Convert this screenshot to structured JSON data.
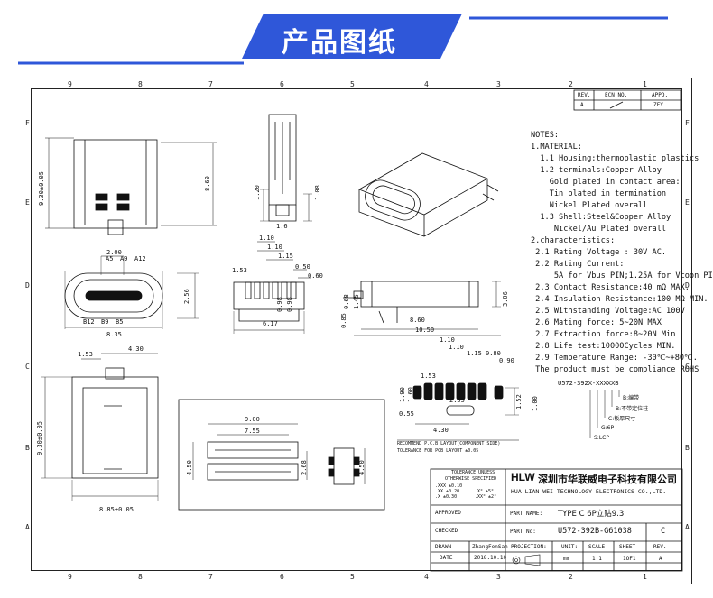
{
  "banner": {
    "title": "产品图纸",
    "color": "#2f57d9"
  },
  "zones": {
    "top": [
      "9",
      "8",
      "7",
      "6",
      "5",
      "4",
      "3",
      "2",
      "1"
    ],
    "bottom": [
      "9",
      "8",
      "7",
      "6",
      "5",
      "4",
      "3",
      "2",
      "1"
    ],
    "left": [
      "F",
      "E",
      "D",
      "C",
      "B",
      "A"
    ],
    "right": [
      "F",
      "E",
      "D",
      "C",
      "B",
      "A"
    ]
  },
  "revision": {
    "headers": [
      "REV.",
      "ECN NO.",
      "APPD."
    ],
    "row": [
      "A",
      "",
      "ZFY"
    ]
  },
  "notes": [
    "NOTES:",
    "1.MATERIAL:",
    "  1.1 Housing:thermoplastic plastics",
    "  1.2 terminals:Copper Alloy",
    "    Gold plated in contact area:",
    "    Tin plated in termination",
    "    Nickel Plated overall",
    "  1.3 Shell:Steel&Copper Alloy",
    "     Nickel/Au Plated overall",
    "2.characteristics:",
    " 2.1 Rating Voltage : 30V AC.",
    " 2.2 Rating Current:",
    "     5A for Vbus PIN;1.25A for Vcoon PIN",
    " 2.3 Contact Resistance:40 mΩ MAX.",
    " 2.4 Insulation Resistance:100 MΩ MIN.",
    " 2.5 Withstanding Voltage:AC 100V",
    " 2.6 Mating force: 5~20N MAX",
    " 2.7 Extraction force:8~20N Min",
    " 2.8 Life test:10000Cycles MIN.",
    " 2.9 Temperature Range: -30℃~+80℃.",
    " The product must be compliance ROHS"
  ],
  "part_code": {
    "code": "U572-392X-XXXXXB",
    "labels": [
      "B:编带",
      "B:不带定位柱",
      "C:板厚尺寸",
      "G:6P",
      "S:LCP"
    ]
  },
  "dims": {
    "top_left": {
      "height": "9.30±0.05",
      "inner": "8.60",
      "pitch": "2.00",
      "pins_top": [
        "A5",
        "A9",
        "A12"
      ],
      "pins_bottom": [
        "B12",
        "B9",
        "B5"
      ],
      "width": "8.35",
      "depth": "2.56"
    },
    "side_top": {
      "a": "1.20",
      "b": "1.08",
      "c": "1.6"
    },
    "pin_detail": {
      "d1": "1.10",
      "d2": "1.10",
      "d3": "1.15",
      "d4": "0.50",
      "d5": "0.60",
      "d6": "0.98",
      "d7": "0.98",
      "d8": "1.53",
      "w": "6.17"
    },
    "side_view": {
      "h1": "0.68",
      "h2": "1.45",
      "h3": "3.06",
      "w1": "8.60",
      "w2": "10.50",
      "h4": "0.85"
    },
    "footprint": {
      "d1": "1.10",
      "d2": "1.10",
      "d3": "1.15",
      "d4": "0.80",
      "d5": "0.90",
      "a": "1.53",
      "b": "1.90",
      "c": "1.60",
      "d": "0.55",
      "e": "2.55",
      "f": "4.30",
      "g": "1.52",
      "h": "1.00"
    },
    "front_bottom": {
      "a": "1.53",
      "b": "4.30",
      "h": "9.30±0.05",
      "w": "8.85±0.05"
    },
    "slot_view": {
      "w1": "9.00",
      "w2": "7.55",
      "h1": "4.50",
      "h2": "2.68",
      "h3": "4.50"
    }
  },
  "pcb_note": [
    "RECOMMEND P.C.B LAYOUT(COMPONENT SIDE)",
    "TOLERANCE FOR PCB LAYOUT ±0.05"
  ],
  "title_block": {
    "tolerance": [
      "TOLERANCE UNLESS",
      "OTHERWISE SPECIFIED",
      ".XXX ±0.10",
      ".XX ±0.20",
      ".X ±0.30",
      ".X° ±5°",
      ".XX° ±2°"
    ],
    "logo": "HLW",
    "company_cn": "深圳市华联威电子科技有限公司",
    "company_en": "HUA LIAN WEI TECHNOLOGY ELECTRONICS CO.,LTD.",
    "approved_label": "APPROVED",
    "checked_label": "CHECKED",
    "drawn_label": "DRAWN",
    "drawn_value": "ZhangFenSan",
    "date_label": "DATE",
    "date_value": "2018.10.10",
    "part_name_label": "PART NAME:",
    "part_name_value": "TYPE C 6P立贴9.3",
    "part_no_label": "PART No:",
    "part_no_value": "U572-392B-G61038",
    "rev_value": "C",
    "projection_label": "PROJECTION:",
    "unit_label": "UNIT:",
    "unit_value": "mm",
    "scale_label": "SCALE",
    "scale_value": "1:1",
    "sheet_label": "SHEET",
    "sheet_value": "1OF1",
    "rev_label": "REV.",
    "rev_final": "A"
  }
}
